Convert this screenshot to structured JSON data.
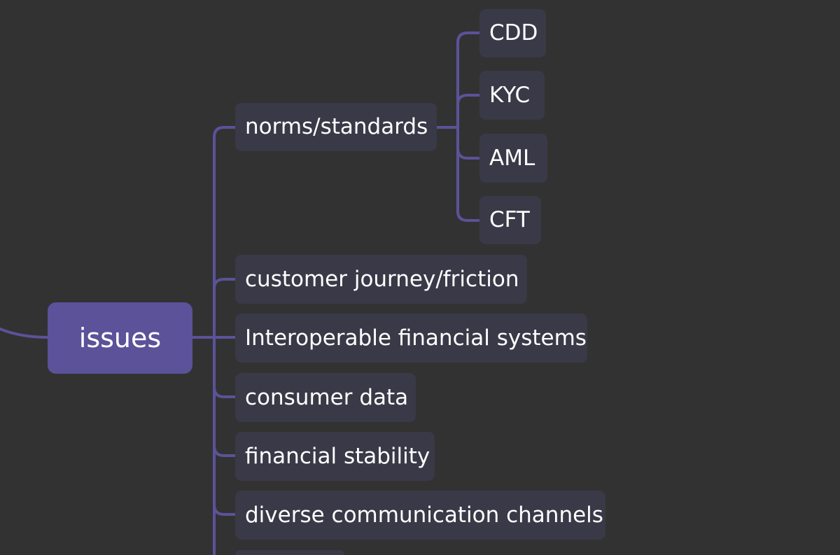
{
  "mindmap": {
    "central": {
      "label": "issues"
    },
    "branches": [
      {
        "label": "norms/standards",
        "children": [
          {
            "label": "CDD"
          },
          {
            "label": "KYC"
          },
          {
            "label": "AML"
          },
          {
            "label": "CFT"
          }
        ]
      },
      {
        "label": "customer journey/friction"
      },
      {
        "label": "Interoperable financial systems"
      },
      {
        "label": "consumer data"
      },
      {
        "label": "financial stability"
      },
      {
        "label": "diverse communication channels"
      },
      {
        "label": ""
      }
    ]
  },
  "colors": {
    "background": "#323232",
    "connector": "#5b529a",
    "central_node": "#5b529a",
    "node": "#3a3947",
    "text": "#ffffff"
  }
}
